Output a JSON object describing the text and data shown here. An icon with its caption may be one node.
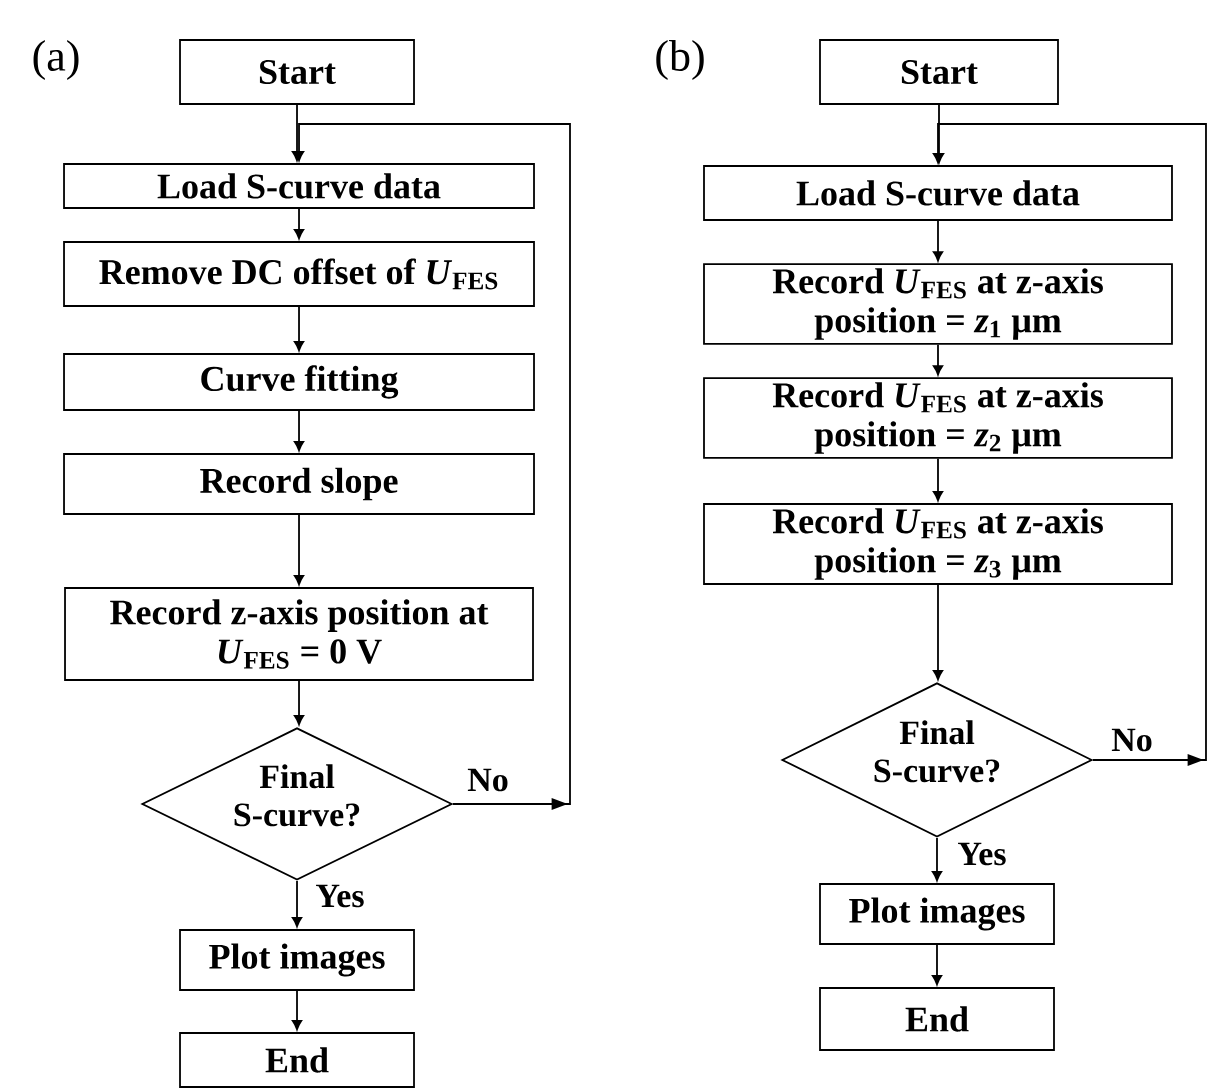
{
  "diagram": {
    "nodes": [
      {
        "text": [
          "Start"
        ]
      },
      {
        "text": [
          "Load S-curve data"
        ]
      },
      {
        "text": [
          "Remove DC offset of *U*$_{FES}$"
        ]
      },
      {
        "text": [
          "Curve fitting"
        ]
      },
      {
        "text": [
          "Record slope"
        ]
      },
      {
        "text": [
          "Record z-axis position at *U*$_{FES}$ = 0 V"
        ]
      },
      {
        "text": [
          "Final S-curve?"
        ]
      },
      {
        "text": [
          "Plot images"
        ]
      },
      {
        "text": [
          "End"
        ]
      },
      {
        "text": [
          "Start"
        ]
      },
      {
        "text": [
          "Load S-curve data"
        ]
      },
      {
        "text": [
          "Record *U*$_{FES}$ at z-axis position = *z*$_{1}$ μm"
        ]
      },
      {
        "text": [
          "Record *U*$_{FES}$ at z-axis position = *z*$_{2}$ μm"
        ]
      },
      {
        "text": [
          "Record *U*$_{FES}$ at z-axis position = *z*$_{3}$ μm"
        ]
      },
      {
        "text": [
          "Final S-curve?"
        ]
      },
      {
        "text": [
          "Plot images"
        ]
      },
      {
        "text": [
          "End"
        ]
      }
    ],
    "edges": [
      {
        "from": 0,
        "to": 1,
        "arrow": "to"
      },
      {
        "from": 1,
        "to": 2,
        "arrow": "to"
      },
      {
        "from": 2,
        "to": 3,
        "arrow": "to"
      },
      {
        "from": 3,
        "to": 4,
        "arrow": "to"
      },
      {
        "from": 4,
        "to": 5,
        "arrow": "to"
      },
      {
        "from": 5,
        "to": 6,
        "arrow": "to"
      },
      {
        "from": 6,
        "to": 7,
        "arrow": "to",
        "label": "Yes"
      },
      {
        "from": 7,
        "to": 8,
        "arrow": "to"
      },
      {
        "from": 6,
        "to": 1,
        "arrow": "to",
        "label": "No"
      },
      {
        "from": 9,
        "to": 10,
        "arrow": "to"
      },
      {
        "from": 10,
        "to": 11,
        "arrow": "to"
      },
      {
        "from": 11,
        "to": 12,
        "arrow": "to"
      },
      {
        "from": 12,
        "to": 13,
        "arrow": "to"
      },
      {
        "from": 13,
        "to": 14,
        "arrow": "to"
      },
      {
        "from": 14,
        "to": 15,
        "arrow": "to",
        "label": "Yes"
      },
      {
        "from": 15,
        "to": 16,
        "arrow": "to"
      },
      {
        "from": 14,
        "to": 10,
        "arrow": "to",
        "label": "No"
      }
    ],
    "labels": [
      "(a)",
      "(b)"
    ]
  }
}
